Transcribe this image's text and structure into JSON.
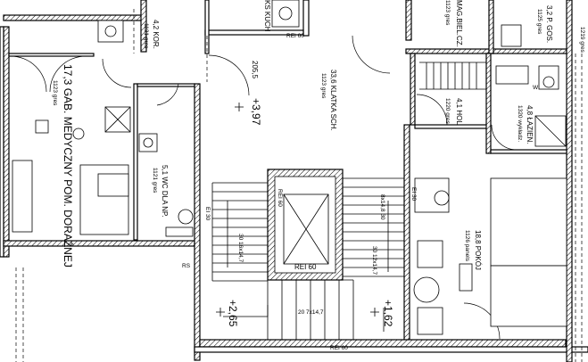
{
  "rooms": {
    "gab": {
      "area_name": "17,3 GAB. MEDYCZNY POM. DORAŹNEJ",
      "floor": "1123 gres"
    },
    "kor": {
      "area_name": "4,2 KOR.",
      "floor": "1121 gres"
    },
    "wc": {
      "area_name": "5,1 WC DLA NP.",
      "floor": "1121 gres"
    },
    "klatka": {
      "area_name": "33,6 KLATKA SCH.",
      "floor": "1123 gres"
    },
    "kuch": {
      "label": "KS KUCH"
    },
    "mag": {
      "area_name": "MAG.BIEL.CZ.",
      "floor": "1123 gres"
    },
    "pgos": {
      "area_name": "3,2 P. GOS.",
      "floor": "1125 gres"
    },
    "hol": {
      "area_name": "4,1 HOL",
      "floor": "1220 gres"
    },
    "lazien": {
      "area_name": "4,8 ŁAZIEN.",
      "floor": "1320 wykładz."
    },
    "pokoj": {
      "area_name": "18,8 POKÓJ",
      "floor": "1126 panels"
    },
    "right_edge": {
      "floor": "1219 gres"
    }
  },
  "levels": {
    "upper": "+3,97",
    "lower_left": "+2,65",
    "lower_right": "+1,62",
    "height_205": "205,5"
  },
  "stair": {
    "shaft_top": "REI 60",
    "shaft_bottom": "REI 60",
    "flight_left": "30 16x14,7",
    "flight_right_a": "8x14,8 30",
    "flight_right_b": "30 12x14,7",
    "flight_bottom": "20 7x14,7"
  },
  "markers": {
    "rei_top": "REI 60",
    "rei_bottom": "REI 60",
    "ei_left": "EI 30",
    "ei_right": "EI 30",
    "rs": "RS",
    "w_label": "W"
  }
}
